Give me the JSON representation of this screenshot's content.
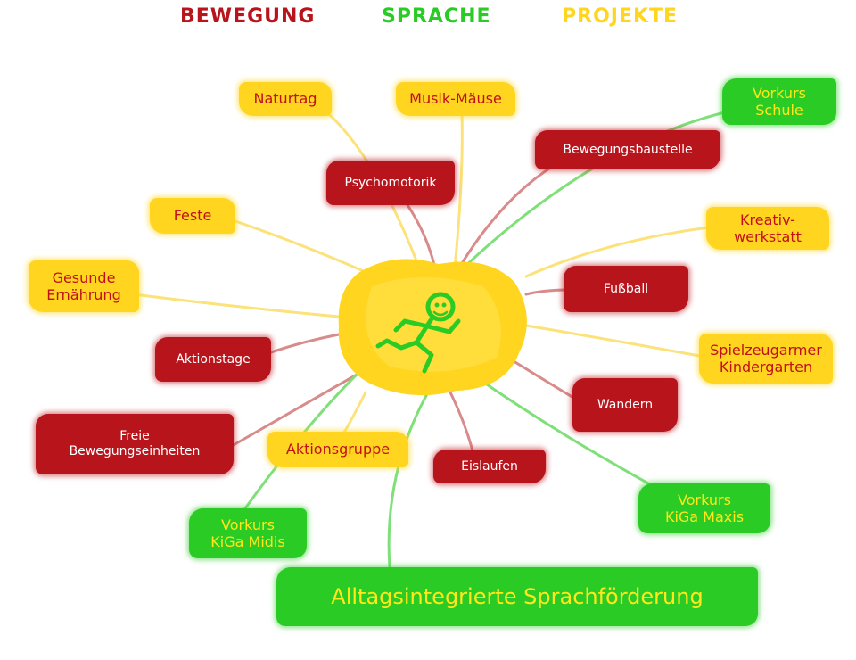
{
  "legend": {
    "bewegung": "BEWEGUNG",
    "sprache": "SPRACHE",
    "projekte": "PROJEKTE"
  },
  "colors": {
    "bewegung": "#b8141c",
    "sprache": "#2bcb26",
    "projekte": "#ffd51f"
  },
  "center_icon": "running-stick-figure-icon",
  "nodes": {
    "naturtag": "Naturtag",
    "musik_maeuse": "Musik-Mäuse",
    "vorkurs_schule": "Vorkurs\nSchule",
    "bewegungsbaustelle": "Bewegungsbaustelle",
    "psychomotorik": "Psychomotorik",
    "feste": "Feste",
    "kreativwerkstatt": "Kreativ-\nwerkstatt",
    "gesunde_ernaehrung": "Gesunde\nErnährung",
    "fussball": "Fußball",
    "aktionstage": "Aktionstage",
    "spielzeugarmer_kindergarten": "Spielzeugarmer\nKindergarten",
    "wandern": "Wandern",
    "freie_bewegungseinheiten": "Freie\nBewegungseinheiten",
    "aktionsgruppe": "Aktionsgruppe",
    "eislaufen": "Eislaufen",
    "vorkurs_kiga_maxis": "Vorkurs\nKiGa Maxis",
    "vorkurs_kiga_midis": "Vorkurs\nKiGa Midis",
    "alltagsintegrierte_sprachfoerderung": "Alltagsintegrierte Sprachförderung"
  }
}
